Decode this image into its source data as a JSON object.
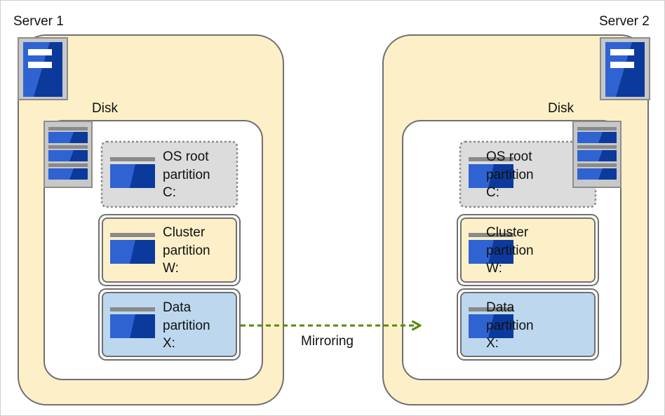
{
  "colors": {
    "server_fill": "#fdf0c8",
    "outline": "#707070",
    "disk_fill": "#ffffff",
    "os_fill": "#dcdcdc",
    "cluster_fill": "#fdf0c8",
    "data_fill": "#bdd7ee",
    "drive_dark": "#0b3a9c",
    "drive_light": "#2f63d2",
    "arrow": "#5a8a00"
  },
  "servers": [
    {
      "name": "Server 1",
      "icon": "server-icon",
      "disk": {
        "label": "Disk",
        "icon": "disk-array-icon",
        "partitions": [
          {
            "kind": "os",
            "icon": "drive-icon",
            "lines": [
              "OS root",
              "partition",
              "C:"
            ]
          },
          {
            "kind": "cluster",
            "icon": "drive-icon",
            "lines": [
              "Cluster",
              "partition",
              "W:"
            ]
          },
          {
            "kind": "data",
            "icon": "drive-icon",
            "lines": [
              "Data",
              "partition",
              "X:"
            ]
          }
        ]
      }
    },
    {
      "name": "Server 2",
      "icon": "server-icon",
      "disk": {
        "label": "Disk",
        "icon": "disk-array-icon",
        "partitions": [
          {
            "kind": "os",
            "icon": "drive-icon",
            "lines": [
              "OS root",
              "partition",
              "C:"
            ]
          },
          {
            "kind": "cluster",
            "icon": "drive-icon",
            "lines": [
              "Cluster",
              "partition",
              "W:"
            ]
          },
          {
            "kind": "data",
            "icon": "drive-icon",
            "lines": [
              "Data",
              "partition",
              "X:"
            ]
          }
        ]
      }
    }
  ],
  "mirroring": {
    "label": "Mirroring",
    "from": "Server 1 Data partition X:",
    "to": "Server 2 Data partition X:"
  }
}
